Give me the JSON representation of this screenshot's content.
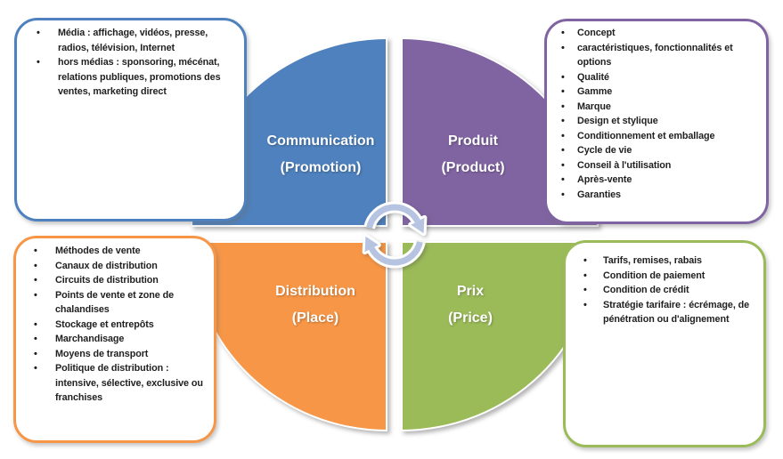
{
  "diagram": {
    "type": "marketing-mix-4p",
    "center_icon": {
      "name": "cycle-arrows-icon",
      "color": "#B7C4E1"
    },
    "quadrants": [
      {
        "name": "communication",
        "label": "Communication",
        "sublabel": "(Promotion)",
        "color": "#4E81BD",
        "details": [
          "Média : affichage, vidéos, presse, radios, télévision, Internet",
          "hors médias : sponsoring, mécénat, relations publiques, promotions des ventes, marketing direct"
        ]
      },
      {
        "name": "produit",
        "label": "Produit",
        "sublabel": "(Product)",
        "color": "#8064A2",
        "details": [
          "Concept",
          "caractéristiques, fonctionnalités et options",
          "Qualité",
          "Gamme",
          "Marque",
          "Design et stylique",
          "Conditionnement et emballage",
          "Cycle de vie",
          "Conseil à l'utilisation",
          "Après-vente",
          "Garanties"
        ]
      },
      {
        "name": "distribution",
        "label": "Distribution",
        "sublabel": "(Place)",
        "color": "#F79646",
        "details": [
          "Méthodes de vente",
          "Canaux de distribution",
          "Circuits de distribution",
          "Points de vente et zone de chalandises",
          "Stockage et entrepôts",
          "Marchandisage",
          "Moyens de transport",
          "Politique de distribution : intensive, sélective, exclusive ou franchises"
        ]
      },
      {
        "name": "prix",
        "label": "Prix",
        "sublabel": "(Price)",
        "color": "#9BBB59",
        "details": [
          "Tarifs, remises, rabais",
          "Condition de paiement",
          "Condition de crédit",
          "Stratégie tarifaire : écrémage, de pénétration ou d'alignement"
        ]
      }
    ]
  }
}
